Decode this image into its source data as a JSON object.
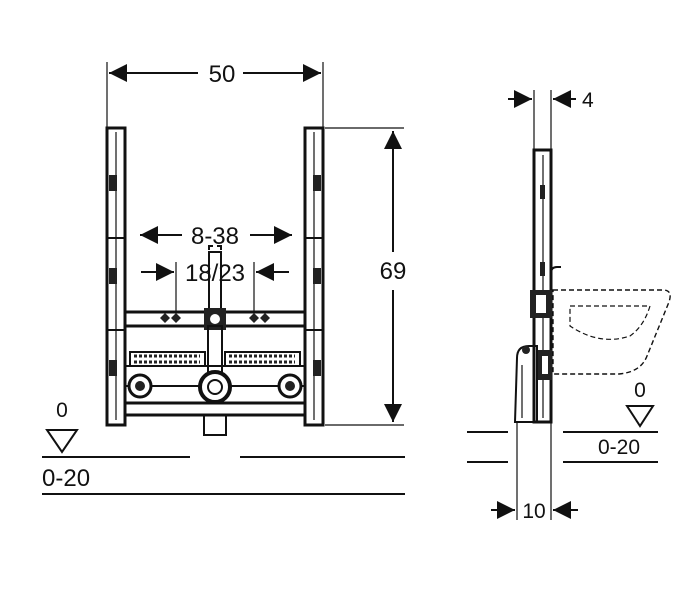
{
  "front_view": {
    "width_label": "50",
    "height_label": "69",
    "adjust_range_label": "8-38",
    "spacing_label": "18/23",
    "floor_level_label": "0",
    "floor_range_label": "0-20"
  },
  "side_view": {
    "depth_label": "4",
    "bottom_depth_label": "10",
    "floor_level_label": "0",
    "floor_range_label": "0-20"
  },
  "colors": {
    "line": "#111111",
    "fill_light": "#ffffff",
    "fill_dark": "#222222"
  }
}
